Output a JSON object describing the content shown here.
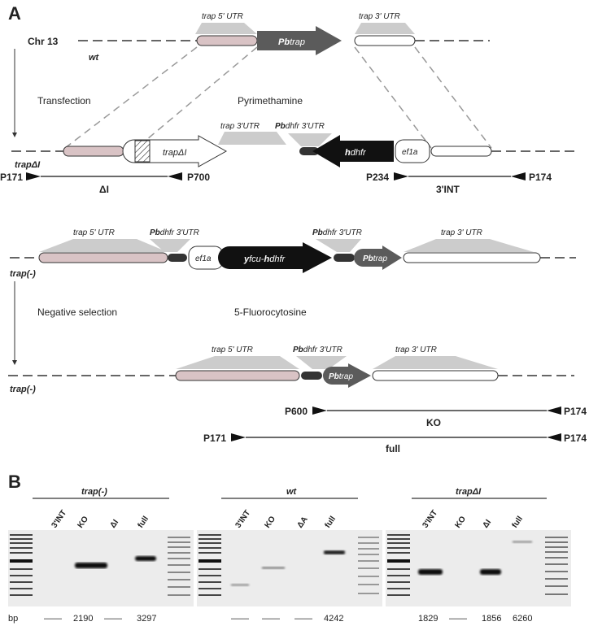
{
  "panel_a": {
    "letter": "A",
    "chr_label": "Chr 13",
    "wt_label": "wt",
    "trap_5utr": "trap 5' UTR",
    "trap_3utr": "trap 3' UTR",
    "pbtrap_pb": "Pb",
    "pbtrap_gene": "trap",
    "step1_left": "Transfection",
    "step1_right": "Pyrimethamine",
    "trapdi_label": "trapΔI",
    "trapdi_gene": "trapΔI",
    "trap_3utr_b": "trap 3'UTR",
    "pbdhfr_pb": "Pb",
    "pbdhfr_rest": "dhfr 3'UTR",
    "hdhfr_h": "h",
    "hdhfr_rest": "dhfr",
    "ef1a": "ef1a",
    "p171": "P171",
    "p700": "P700",
    "di": "ΔI",
    "p234": "P234",
    "p174": "P174",
    "int3": "3'INT",
    "trapm_label": "trap(-)",
    "trap_5utr_c": "trap 5' UTR",
    "trap_3utr_c": "trap 3' UTR",
    "yfcu_y": "y",
    "yfcu_mid": "fcu-",
    "yfcu_h": "h",
    "yfcu_rest": "dhfr",
    "step2_left": "Negative selection",
    "step2_right": "5-Fluorocytosine",
    "trap_5utr_d": "trap 5' UTR",
    "trap_3utr_d": "trap 3' UTR",
    "p600": "P600",
    "ko": "KO",
    "full": "full"
  },
  "panel_b": {
    "letter": "B",
    "bp_label": "bp",
    "dash": "——",
    "groups": [
      {
        "title": "trap(-)",
        "lanes": [
          "3'INT",
          "KO",
          "ΔI",
          "full"
        ],
        "sizes": [
          "——",
          "2190",
          "——",
          "3297"
        ]
      },
      {
        "title": "wt",
        "lanes": [
          "3'INT",
          "KO",
          "ΔA",
          "full"
        ],
        "sizes": [
          "——",
          "——",
          "——",
          "4242"
        ]
      },
      {
        "title": "trapΔI",
        "lanes": [
          "3'INT",
          "KO",
          "ΔI",
          "full"
        ],
        "sizes": [
          "1829",
          "——",
          "1856",
          "6260"
        ]
      }
    ]
  },
  "colors": {
    "utr_fill": "#d9c3c5",
    "pbtrap": "#5b5b5b",
    "black": "#111111",
    "gray": "#c8c8c8"
  }
}
